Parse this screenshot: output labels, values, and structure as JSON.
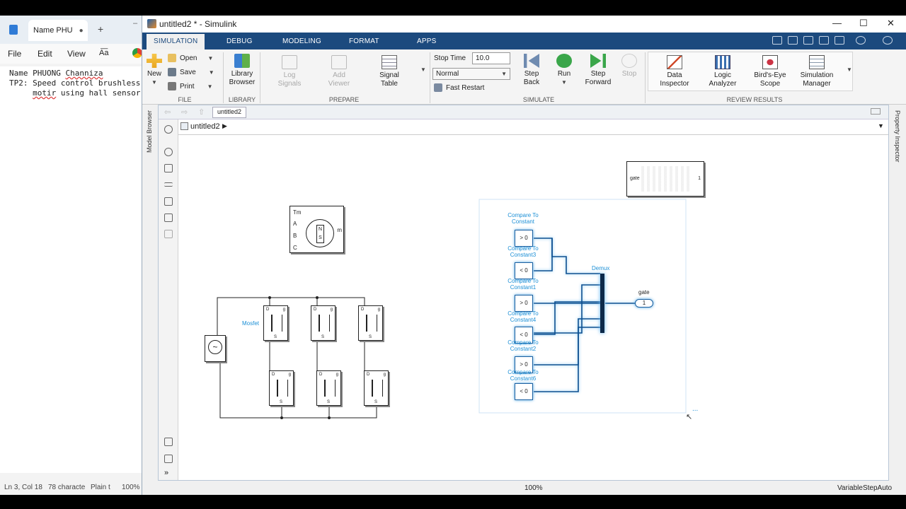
{
  "notepad": {
    "tab_title": "Name PHU",
    "modified_dot": "●",
    "new_tab": "+",
    "menu": [
      "File",
      "Edit",
      "View"
    ],
    "text_line1": "Name PHUONG ",
    "text_line1_word": "Channiza",
    "text_line2": "TP2: Speed control brushless",
    "text_line3_word": "motir",
    "text_line3": " using hall sensor",
    "status": {
      "position": "Ln 3, Col 18",
      "chars": "78 characte",
      "format": "Plain t",
      "zoom": "100%"
    }
  },
  "simulink": {
    "window_title": "untitled2 * - Simulink",
    "tabs": [
      "SIMULATION",
      "DEBUG",
      "MODELING",
      "FORMAT",
      "APPS"
    ],
    "file": {
      "new": "New",
      "open": "Open",
      "save": "Save",
      "print": "Print",
      "label": "FILE"
    },
    "library": {
      "browser": "Library Browser",
      "label": "LIBRARY"
    },
    "prepare": {
      "log": "Log Signals",
      "add_viewer": "Add Viewer",
      "signal_table": "Signal Table",
      "label": "PREPARE"
    },
    "simulate": {
      "stop_time_label": "Stop Time",
      "stop_time_value": "10.0",
      "mode": "Normal",
      "fast_restart": "Fast Restart",
      "step_back": "Step Back",
      "run": "Run",
      "step_forward": "Step Forward",
      "stop": "Stop",
      "label": "SIMULATE"
    },
    "review": {
      "data_inspector": "Data Inspector",
      "logic_analyzer": "Logic Analyzer",
      "birds_eye": "Bird's-Eye Scope",
      "sim_manager": "Simulation Manager",
      "label": "REVIEW RESULTS"
    },
    "model_tab": "untitled2",
    "breadcrumb": "untitled2",
    "model_browser": "Model Browser",
    "property_inspector": "Property Inspector",
    "status_zoom": "100%",
    "status_solver": "VariableStepAuto"
  },
  "diagram": {
    "subsystem": {
      "in": "gate",
      "out": "1"
    },
    "motor": {
      "ports": [
        "Tm",
        "A",
        "B",
        "C"
      ],
      "out": "m",
      "north": "N",
      "south": "S"
    },
    "mosfet_label": "Mosfet",
    "mosfet_pins": {
      "drain": "D",
      "source": "S",
      "gate": "g"
    },
    "compare_blocks": [
      {
        "label": "Compare To Constant",
        "op": "> 0"
      },
      {
        "label": "Compare To Constant3",
        "op": "< 0"
      },
      {
        "label": "Compare To Constant1",
        "op": "> 0"
      },
      {
        "label": "Compare To Constant4",
        "op": "< 0"
      },
      {
        "label": "Compare To Constant2",
        "op": "> 0"
      },
      {
        "label": "Compare To Constant6",
        "op": "< 0"
      }
    ],
    "demux_label": "Demux",
    "gate_label": "gate",
    "gate_port_number": "1",
    "more": "..."
  },
  "colors": {
    "ribbon_blue": "#1c4a7e",
    "signal_blue": "#1a5fa0",
    "label_blue": "#1b8fd6"
  }
}
